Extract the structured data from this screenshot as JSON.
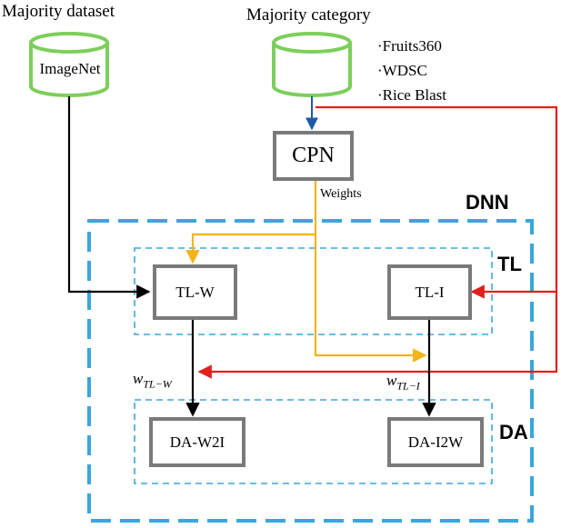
{
  "labels": {
    "majority_dataset": "Majority dataset",
    "majority_category": "Majority category"
  },
  "datasets": {
    "imagenet": "ImageNet",
    "category_list": [
      "·Fruits360",
      "·WDSC",
      "·Rice Blast"
    ]
  },
  "nodes": {
    "cpn": "CPN",
    "tl_w": "TL-W",
    "tl_i": "TL-I",
    "da_w2i": "DA-W2I",
    "da_i2w": "DA-I2W"
  },
  "edges": {
    "weights": "Weights",
    "w_tl_w_symbol": "w",
    "w_tl_w_sub": "TL−W",
    "w_tl_i_symbol": "w",
    "w_tl_i_sub": "TL−I"
  },
  "groups": {
    "dnn": "DNN",
    "tl": "TL",
    "da": "DA"
  },
  "colors": {
    "cylinder": "#7ccf5a",
    "box_border": "#7a7a7a",
    "outer_dash": "#3aa6dc",
    "inner_dash": "#3aa6dc",
    "orange": "#f5b31a",
    "red": "#e0201b",
    "blue_arrow": "#1f5aa6",
    "black": "#000000"
  }
}
